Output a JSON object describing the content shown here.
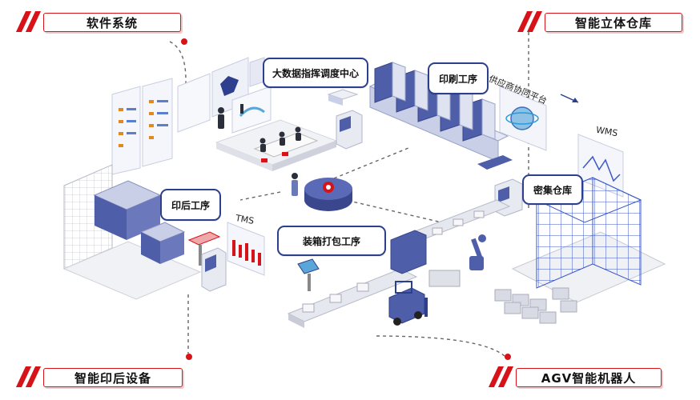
{
  "corners": {
    "top_left": "软件系统",
    "top_right": "智能立体仓库",
    "bottom_left": "智能印后设备",
    "bottom_right": "AGV智能机器人"
  },
  "bubbles": {
    "big_data": "大数据指挥调度中心",
    "printing": "印刷工序",
    "post_press": "印后工序",
    "dense_storage": "密集仓库",
    "packing": "装箱打包工序"
  },
  "labels": {
    "supplier_platform": "供应商协同平台",
    "wms": "WMS",
    "tms": "TMS"
  },
  "colors": {
    "accent_red": "#d7131a",
    "bubble_border": "#2b3f8c",
    "machine_blue": "#4f5ea8",
    "machine_light": "#c9cfe6"
  }
}
